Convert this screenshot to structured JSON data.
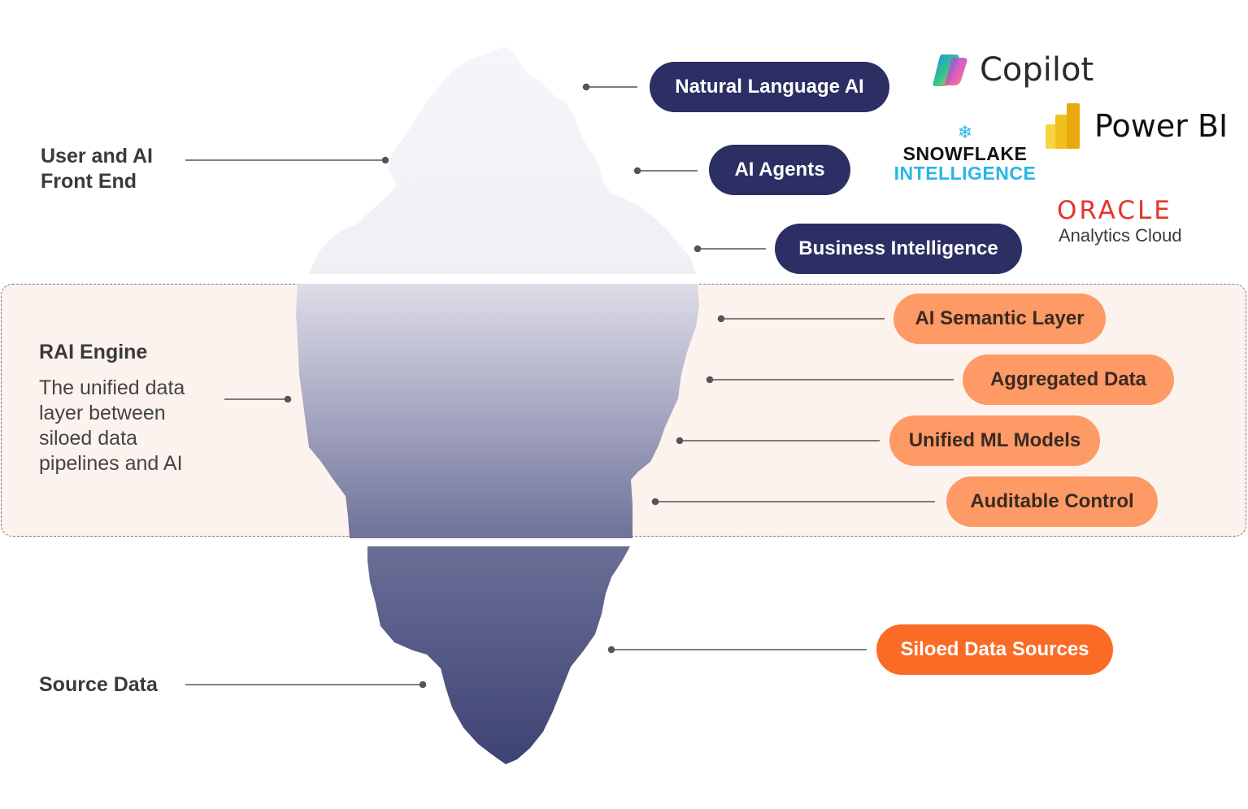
{
  "colors": {
    "navy": "#2b2f63",
    "orange": "#fd9a66",
    "orange_strong": "#fb6b25",
    "band": "#fdf3ee",
    "iceberg_top": "#f6f5f9",
    "iceberg_bottom": "#3f4576"
  },
  "left_labels": {
    "front_end": {
      "line1": "User and AI",
      "line2": "Front End"
    },
    "rai_engine": {
      "title": "RAI Engine",
      "desc": [
        "The unified data",
        "layer between",
        "siloed data",
        "pipelines and AI"
      ]
    },
    "source_data": "Source Data"
  },
  "pills": {
    "natural_language_ai": "Natural Language AI",
    "ai_agents": "AI Agents",
    "business_intelligence": "Business Intelligence",
    "ai_semantic_layer": "AI Semantic Layer",
    "aggregated_data": "Aggregated Data",
    "unified_ml_models": "Unified ML Models",
    "auditable_control": "Auditable Control",
    "siloed_data_sources": "Siloed Data Sources"
  },
  "logos": {
    "copilot": {
      "name": "Copilot",
      "icon": "copilot-icon"
    },
    "power_bi": {
      "name": "Power BI",
      "icon": "power-bi-icon"
    },
    "snowflake": {
      "line1": "SNOWFLAKE",
      "line2": "INTELLIGENCE",
      "icon": "snowflake-icon"
    },
    "oracle": {
      "line1": "ORACLE",
      "line2": "Analytics Cloud"
    }
  }
}
